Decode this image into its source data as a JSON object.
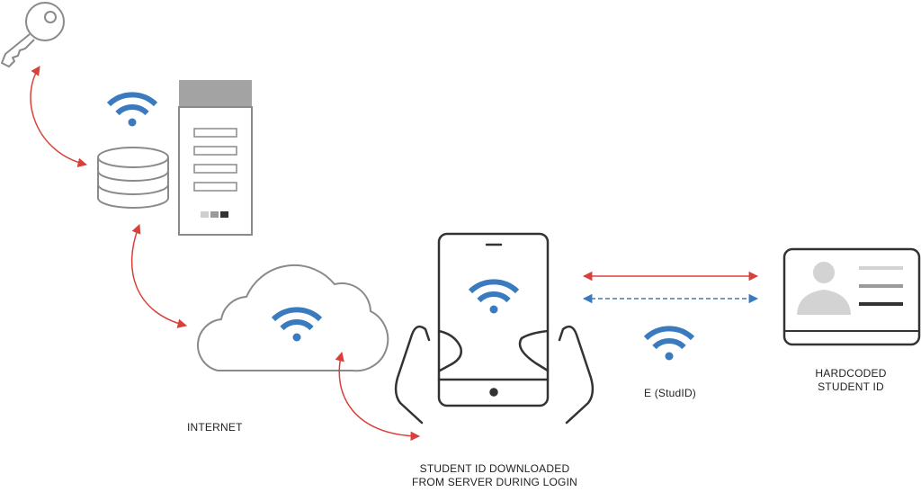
{
  "labels": {
    "internet": "INTERNET",
    "student_id_downloaded": [
      "STUDENT ID DOWNLOADED",
      "FROM SERVER DURING LOGIN"
    ],
    "encrypted_id": "E (StudID)",
    "hardcoded_student_id": [
      "HARDCODED",
      "STUDENT ID"
    ]
  },
  "colors": {
    "outline": "#8a8a8a",
    "dark_outline": "#333333",
    "wifi": "#3a7bbf",
    "red_arrow": "#d9403a",
    "blue_arrow": "#3a7bbf",
    "server_header": "#a3a3a3",
    "card_avatar": "#d3d3d3"
  },
  "icons": {
    "key": "key-icon",
    "database": "database-icon",
    "server": "server-document-icon",
    "cloud": "cloud-icon",
    "tablet": "tablet-in-hands-icon",
    "id_card": "id-card-icon",
    "wifi": "wifi-icon"
  }
}
